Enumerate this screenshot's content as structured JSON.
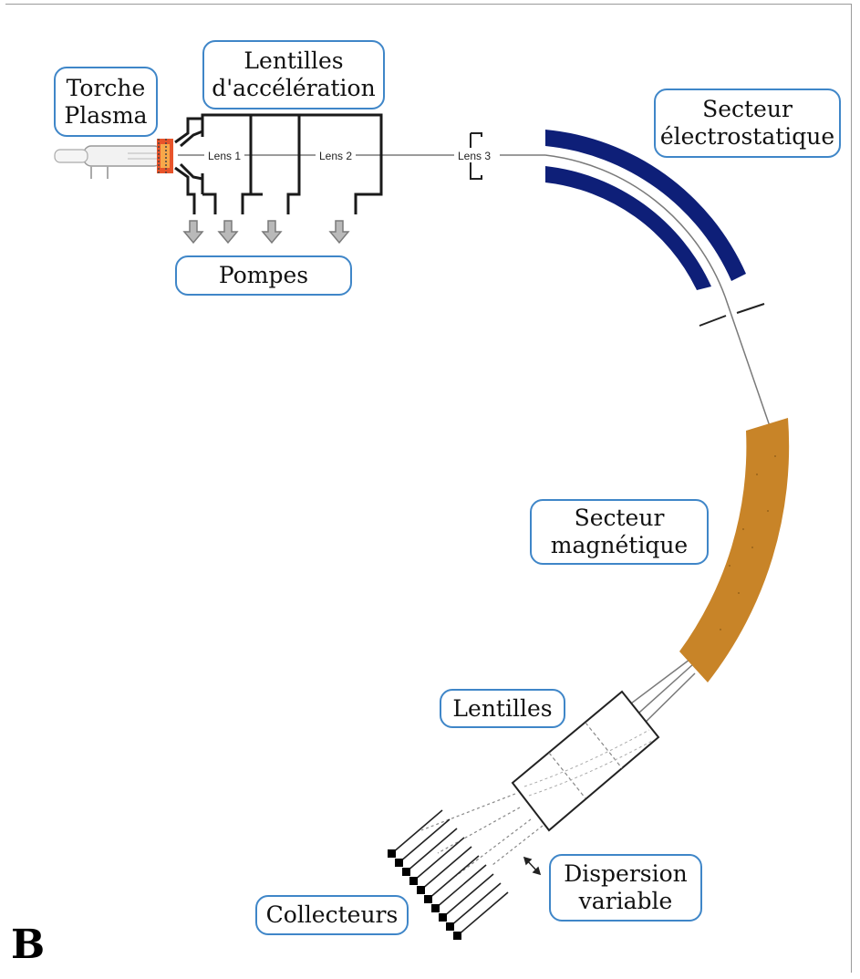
{
  "labels": {
    "torch": [
      "Torche",
      "Plasma"
    ],
    "accel_lenses": [
      "Lentilles",
      "d'accélération"
    ],
    "pumps": "Pompes",
    "electrostatic": [
      "Secteur",
      "électrostatique"
    ],
    "magnetic": [
      "Secteur",
      "magnétique"
    ],
    "lenses": "Lentilles",
    "dispersion": [
      "Dispersion",
      "variable"
    ],
    "collectors": "Collecteurs"
  },
  "lens_labels": [
    "Lens 1",
    "Lens 2",
    "Lens 3"
  ],
  "panel_letter": "B",
  "colors": {
    "electrostatic_sector": "#0e1f78",
    "magnetic_sector": "#c88428",
    "callout_border": "#3f86c8",
    "torch_hot": "#e8542a"
  }
}
